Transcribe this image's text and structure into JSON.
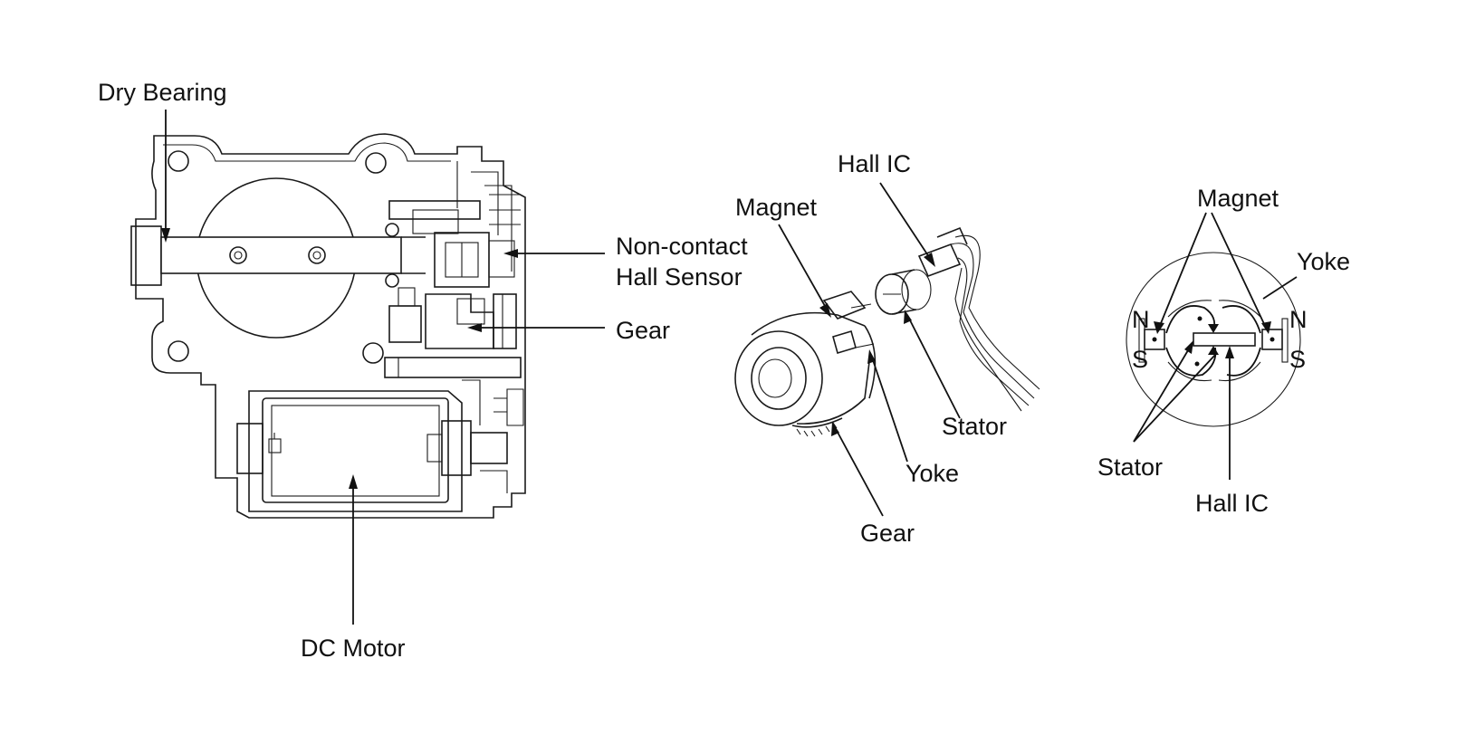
{
  "labels": {
    "dry_bearing": "Dry Bearing",
    "non_contact_line1": "Non-contact",
    "non_contact_line2": "Hall Sensor",
    "gear_left": "Gear",
    "dc_motor": "DC Motor",
    "hall_ic_mid": "Hall IC",
    "magnet_mid": "Magnet",
    "stator_mid": "Stator",
    "yoke_mid": "Yoke",
    "gear_mid": "Gear",
    "magnet_right": "Magnet",
    "yoke_right": "Yoke",
    "n_left": "N",
    "s_left": "S",
    "n_right": "N",
    "s_right": "S",
    "stator_right": "Stator",
    "hall_ic_right": "Hall IC"
  }
}
